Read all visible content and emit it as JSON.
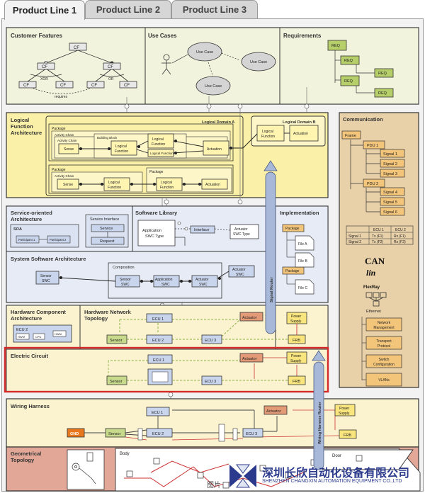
{
  "tabs": [
    "Product Line 1",
    "Product Line 2",
    "Product Line 3"
  ],
  "customer_features": {
    "title": "Customer Features",
    "cf": "CF",
    "xor": "XOR",
    "or": "OR",
    "requires": "requires"
  },
  "use_cases": {
    "title": "Use Cases",
    "use_case": "Use Case"
  },
  "requirements": {
    "title": "Requirements",
    "req": "REQ"
  },
  "lfa": {
    "title_line1": "Logical",
    "title_line2": "Function",
    "title_line3": "Architecture",
    "domain_a": "Logical Domain A",
    "domain_b": "Logical Domain B",
    "package": "Package",
    "activity_chain": "Activity Chain",
    "building_block": "Building Block",
    "sense": "Sense",
    "logical_function": "Logical Function",
    "actuation": "Actuation"
  },
  "communication": {
    "title": "Communication",
    "frame": "Frame",
    "pdu1": "PDU 1",
    "pdu2": "PDU 2",
    "signals": [
      "Signal 1",
      "Signal 2",
      "Signal 3",
      "Signal 4",
      "Signal 5",
      "Signal 6"
    ],
    "table": [
      [
        "",
        "ECU 1",
        "ECU 2"
      ],
      [
        "Signal 1",
        "Tx (F1)",
        "Rx (F1)"
      ],
      [
        "Signal 2",
        "Tx (F2)",
        "Rx (F2)"
      ]
    ],
    "protocols": [
      "CAN",
      "lin",
      "FlexRay",
      "Ethernet"
    ],
    "ethernet_items": [
      "Network Management",
      "Transport Protocol",
      "Switch Configuration",
      "VLANs"
    ]
  },
  "soa": {
    "title_line1": "Service-oriented",
    "title_line2": "Architecture",
    "soa": "SOA",
    "participant1": "Participant 1",
    "participant2": "Participant 2",
    "service_interface": "Service Interface",
    "service": "Service",
    "request": "Request"
  },
  "software_library": {
    "title": "Software Library",
    "app_swc": "Application SWC Type",
    "interface": "Interface",
    "actuator_swc": "Actuator SWC Type"
  },
  "implementation": {
    "title": "Implementation",
    "package": "Package",
    "files": [
      "File A",
      "File B",
      "File C"
    ]
  },
  "ssa": {
    "title": "System Software Architecture",
    "composition": "Composition",
    "sensor_swc": "Sensor SWC",
    "application_swc": "Application SWC",
    "actuator_swc": "Actuator SWC"
  },
  "signal_router": "Signal Router",
  "wiring_harness_router": "Wiring Harness Router",
  "hardware": {
    "component_title_line1": "Hardware Component",
    "component_title_line2": "Architecture",
    "network_title_line1": "Hardware Network",
    "network_title_line2": "Topology",
    "ecu2": "ECU 2",
    "hwm": "HWM",
    "cpu": "CPU",
    "ecu1": "ECU 1",
    "ecu3": "ECU 3",
    "sensor": "Sensor",
    "actuator": "Actuator",
    "power_supply": "Power Supply",
    "frb": "FRB"
  },
  "electric_circuit": {
    "title": "Electric Circuit"
  },
  "wiring_harness": {
    "title": "Wiring Harness",
    "gnd": "GND"
  },
  "geometrical_topology": {
    "title_line1": "Geometrical",
    "title_line2": "Topology",
    "body": "Body",
    "door": "Door"
  },
  "watermark": {
    "cn": "深圳长欣自动化设备有限公司",
    "en": "SHENZHEN CHANGXIN AUTOMATION EQUIPMENT CO.,LTD",
    "img_label": "图片"
  },
  "colors": {
    "panel_gray": "#f2f2f2",
    "yellow_area": "#fbf0a8",
    "yellow_box": "#f9e57e",
    "blue_area": "#e6ebf5",
    "blue_box": "#c9d5ec",
    "green_box": "#c7d98a",
    "communication_bg": "#e8d0a8",
    "red_highlight": "#d42a2a",
    "orange_actuator": "#e39a77",
    "salmon_geometry": "#e2a796"
  }
}
